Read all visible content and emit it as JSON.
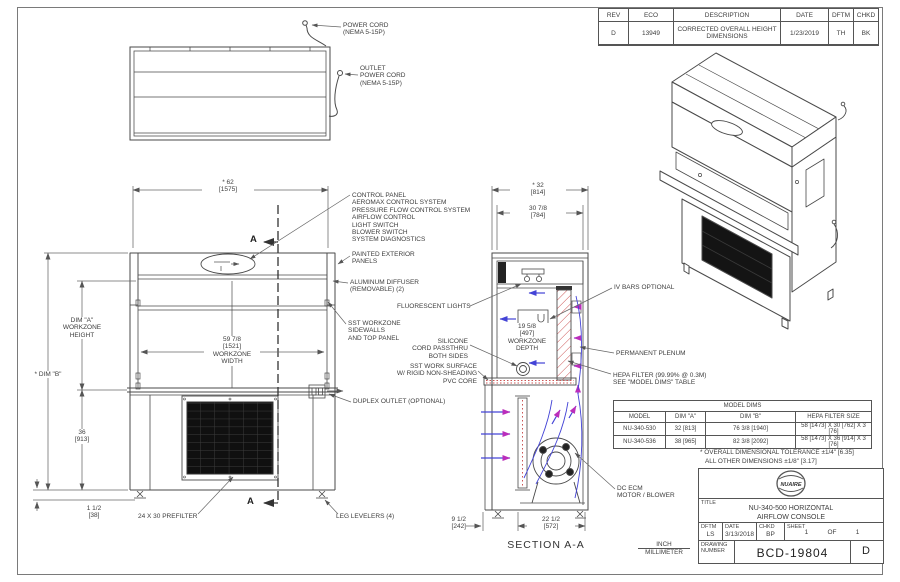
{
  "rev_table": {
    "headers": [
      "REV",
      "ECO",
      "DESCRIPTION",
      "DATE",
      "DFTM",
      "CHKD"
    ],
    "row": {
      "rev": "D",
      "eco": "13949",
      "description": "CORRECTED OVERALL HEIGHT\nDIMENSIONS",
      "date": "1/23/2019",
      "dftm": "TH",
      "chkd": "BK"
    }
  },
  "plan_view": {
    "power_cord_label": "POWER CORD\n(NEMA 5-15P)",
    "outlet_power_cord_label": "OUTLET\nPOWER CORD\n(NEMA 5-15P)"
  },
  "front_view": {
    "dim_width": "* 62\n[1575]",
    "dim_workzone_width": "59 7/8\n[1521]\nWORKZONE\nWIDTH",
    "dim_a": "DIM \"A\"\nWORKZONE\nHEIGHT",
    "dim_b": "* DIM \"B\"",
    "dim_base_height": "36\n[913]",
    "dim_leveler": "1 1/2\n[38]",
    "section_marker": "A",
    "callout_control_panel": "CONTROL PANEL\nAEROMAX CONTROL SYSTEM\nPRESSURE FLOW CONTROL SYSTEM\nAIRFLOW CONTROL\nLIGHT SWITCH\nBLOWER SWITCH\nSYSTEM DIAGNOSTICS",
    "callout_painted": "PAINTED EXTERIOR\nPANELS",
    "callout_diffuser": "ALUMINUM DIFFUSER\n(REMOVABLE) (2)",
    "callout_sst_workzone": "SST WORKZONE\nSIDEWALLS\nAND TOP PANEL",
    "callout_duplex": "DUPLEX OUTLET (OPTIONAL)",
    "callout_prefilter": "24 X 30 PREFILTER",
    "callout_leg_levelers": "LEG LEVELERS (4)"
  },
  "section_view": {
    "dim_depth_overall": "* 32\n[814]",
    "dim_depth": "30 7/8\n[784]",
    "dim_workzone_depth": "19 5/8\n[497]\nWORKZONE\nDEPTH",
    "dim_base_depth": "22 1/2\n[572]",
    "dim_overhang": "9 1/2\n[242]",
    "title": "SECTION A-A",
    "callout_fluorescent": "FLUORESCENT LIGHTS",
    "callout_silicone": "SILICONE\nCORD PASSTHRU\nBOTH SIDES",
    "callout_work_surface": "SST WORK SURFACE\nW/ RIGID NON-SHEADING\nPVC CORE",
    "callout_iv_bars": "IV BARS OPTIONAL",
    "callout_plenum": "PERMANENT PLENUM",
    "callout_hepa": "HEPA FILTER (99.99% @ 0.3M)\nSEE \"MODEL DIMS\" TABLE",
    "callout_motor": "DC ECM\nMOTOR / BLOWER"
  },
  "model_table": {
    "title": "MODEL DIMS",
    "headers": [
      "MODEL",
      "DIM \"A\"",
      "DIM \"B\"",
      "HEPA FILTER SIZE"
    ],
    "rows": [
      [
        "NU-340-530",
        "32 [813]",
        "76 3/8 [1940]",
        "58 [1473] X 30 [762] X 3 [76]"
      ],
      [
        "NU-340-536",
        "38 [965]",
        "82 3/8 [2092]",
        "58 [1473] X 36 [914] X 3 [76]"
      ]
    ]
  },
  "notes": {
    "line1": "* OVERALL DIMENSIONAL TOLERANCE ±1/4\" [6.35]",
    "line2": "ALL OTHER DIMENSIONS ±1/8\" [3.17]"
  },
  "title_block": {
    "logo_text": "NUAIRE",
    "title_label": "TITLE",
    "title": "NU-340-500 HORIZONTAL\nAIRFLOW CONSOLE",
    "dftm_label": "DFTM",
    "dftm": "LS",
    "date_label": "DATE",
    "date": "3/13/2018",
    "chkd_label": "CHKD",
    "chkd": "BP",
    "sheet_label": "SHEET",
    "sheet": "1",
    "of_label": "OF",
    "of_value": "1",
    "drawing_number_label": "DRAWING\nNUMBER",
    "drawing_number": "BCD-19804",
    "rev": "D"
  },
  "units": {
    "inch": "INCH",
    "millimeter": "MILLIMETER"
  },
  "colors": {
    "airflow_blue": "#4343d6",
    "airflow_magenta": "#bb2dbb",
    "hatch_red": "#cc5555",
    "line": "#4a4a4a"
  }
}
